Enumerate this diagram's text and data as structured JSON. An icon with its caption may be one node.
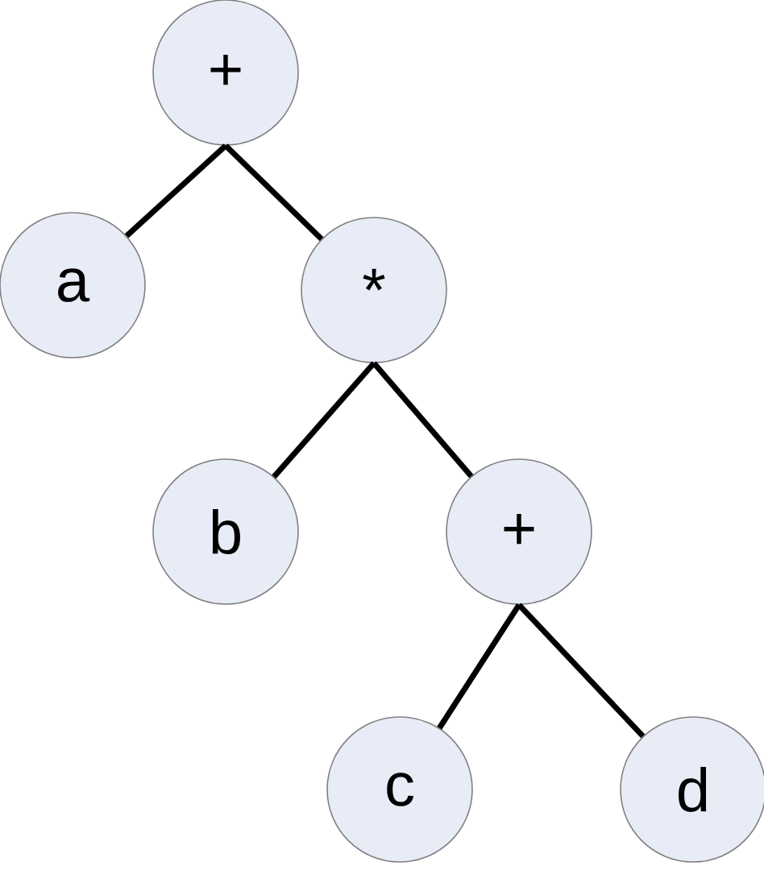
{
  "diagram": {
    "nodes": [
      {
        "text": [
          "+"
        ]
      },
      {
        "text": [
          "a"
        ]
      },
      {
        "text": [
          "*"
        ]
      },
      {
        "text": [
          "b"
        ]
      },
      {
        "text": [
          "+"
        ]
      },
      {
        "text": [
          "c"
        ]
      },
      {
        "text": [
          "d"
        ]
      }
    ],
    "edges": [
      {
        "from": 0,
        "to": 1,
        "arrow": "none"
      },
      {
        "from": 0,
        "to": 2,
        "arrow": "none"
      },
      {
        "from": 2,
        "to": 3,
        "arrow": "none"
      },
      {
        "from": 2,
        "to": 4,
        "arrow": "none"
      },
      {
        "from": 4,
        "to": 5,
        "arrow": "none"
      },
      {
        "from": 4,
        "to": 6,
        "arrow": "none"
      }
    ]
  }
}
